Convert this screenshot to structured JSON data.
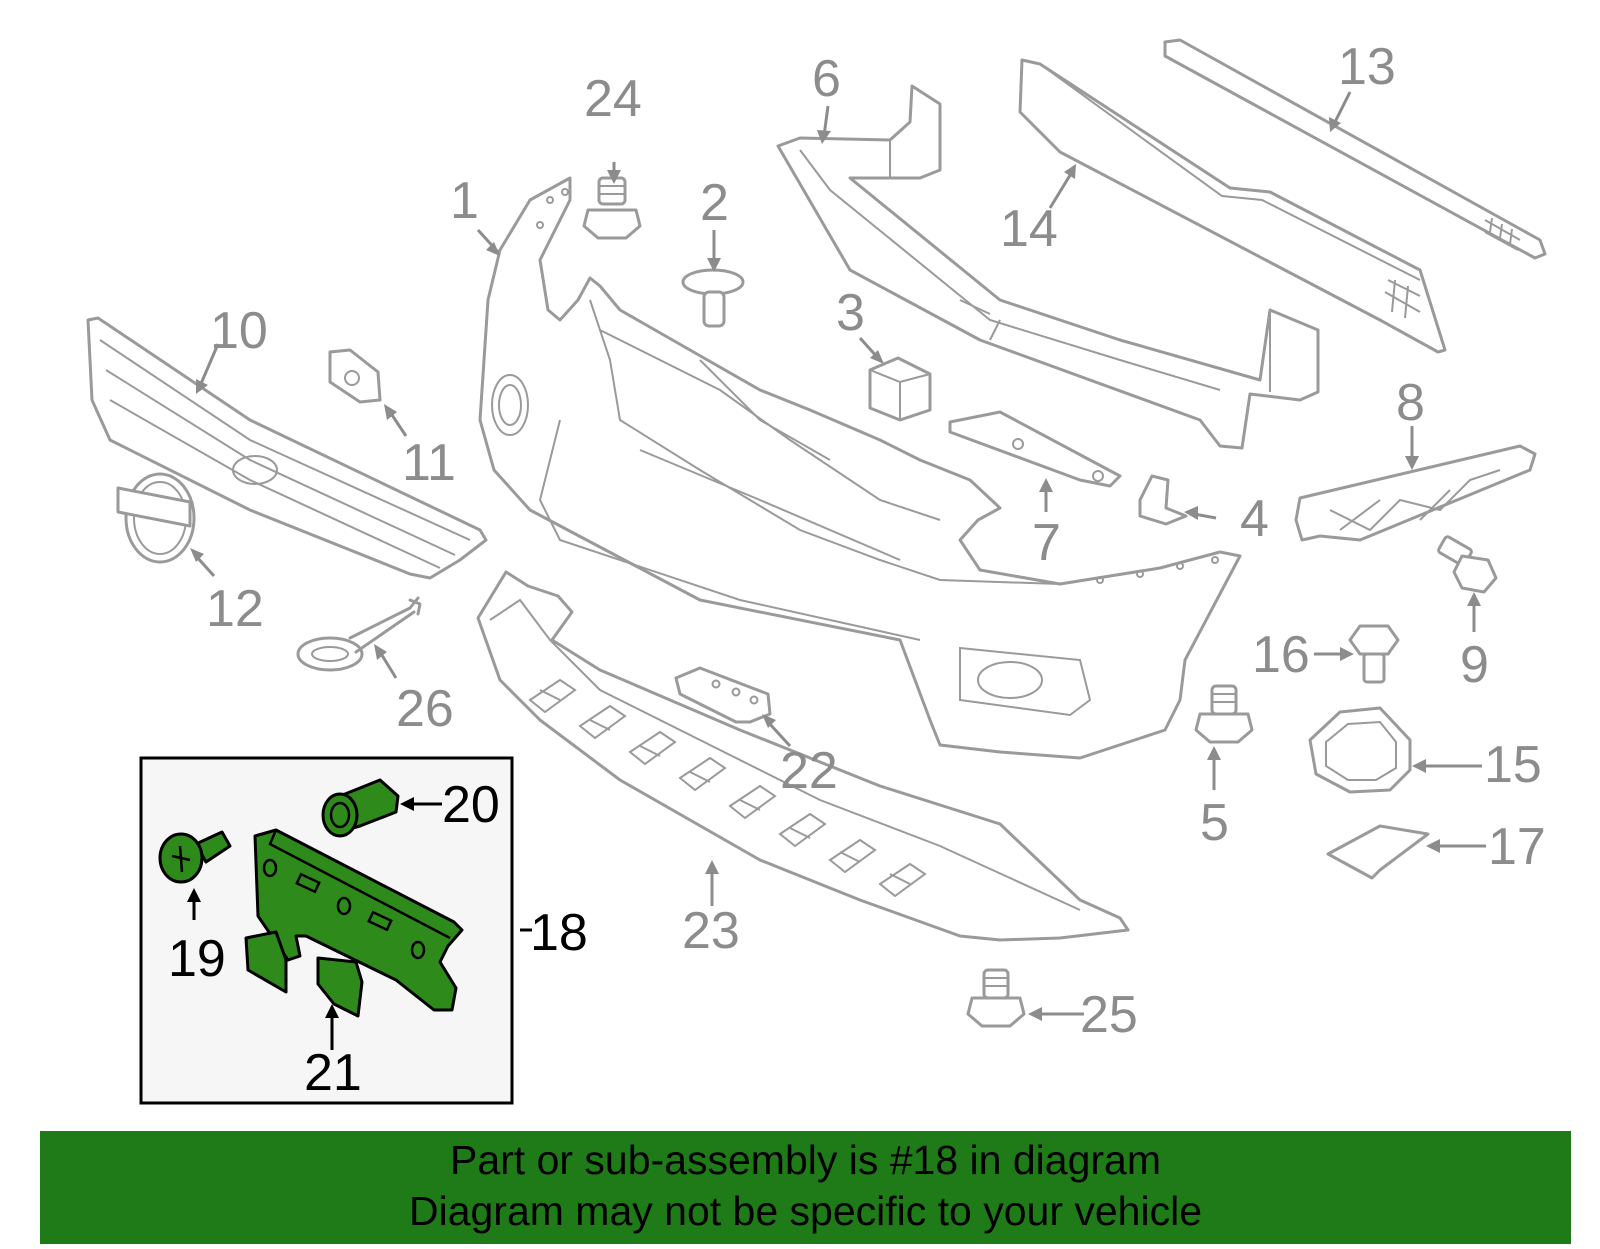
{
  "callouts": {
    "c1": "1",
    "c2": "2",
    "c3": "3",
    "c4": "4",
    "c5": "5",
    "c6": "6",
    "c7": "7",
    "c8": "8",
    "c9": "9",
    "c10": "10",
    "c11": "11",
    "c12": "12",
    "c13": "13",
    "c14": "14",
    "c15": "15",
    "c16": "16",
    "c17": "17",
    "c18": "18",
    "c19": "19",
    "c20": "20",
    "c21": "21",
    "c22": "22",
    "c23": "23",
    "c24": "24",
    "c25": "25",
    "c26": "26"
  },
  "highlighted_part": "18",
  "colors": {
    "highlight": "#2f8a1c",
    "banner": "#1f7b18",
    "parts": "#9a9a9a"
  },
  "banner": {
    "line1": "Part or sub-assembly is #18 in diagram",
    "line2": "Diagram may not be specific to your vehicle"
  }
}
